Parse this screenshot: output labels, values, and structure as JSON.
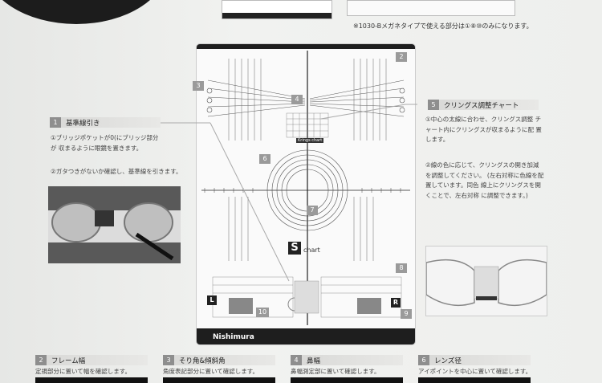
{
  "top_note": "※1030-Bメガネタイプで使える部分は①⑧⑩のみになります。",
  "card": {
    "brand": "Nishimura",
    "logo_letter": "S",
    "logo_text": "chart",
    "left_mark": "L",
    "right_mark": "R",
    "badges": [
      "2",
      "3",
      "4",
      "5",
      "6",
      "7",
      "8",
      "9",
      "10"
    ]
  },
  "sections": {
    "s1": {
      "num": "1",
      "title": "基準線引き",
      "p1": "①ブリッジポケットが0(にブリッジ部分が 収まるように眼鏡を置きます。",
      "p2": "②ガタつきがないか確認し、基準線を引きます。"
    },
    "s5": {
      "num": "5",
      "title": "クリングス調整チャート",
      "p1": "①中心の太線に合わせ、クリングス調整 チャート内にクリングスが収まるように配 置します。",
      "p2": "②線の色に応じて、クリングスの開き加減 を調整してください。 (左右対称に色線を配置しています。同色 線上にクリングスを開くことで、左右対称 に調整できます。)"
    }
  },
  "bottom": [
    {
      "num": "2",
      "title": "フレーム幅",
      "text": "定規部分に置いて幅を確認します。"
    },
    {
      "num": "3",
      "title": "そり角&傾斜角",
      "text": "角度表記部分に置いて確認します。"
    },
    {
      "num": "4",
      "title": "鼻幅",
      "text": "鼻幅測定部に置いて確認します。"
    },
    {
      "num": "6",
      "title": "レンズ径",
      "text": "アイポイントを中心に置いて確認します。"
    }
  ],
  "chart_labels": {
    "mid": "Krings chart",
    "small": "Krings chart"
  }
}
